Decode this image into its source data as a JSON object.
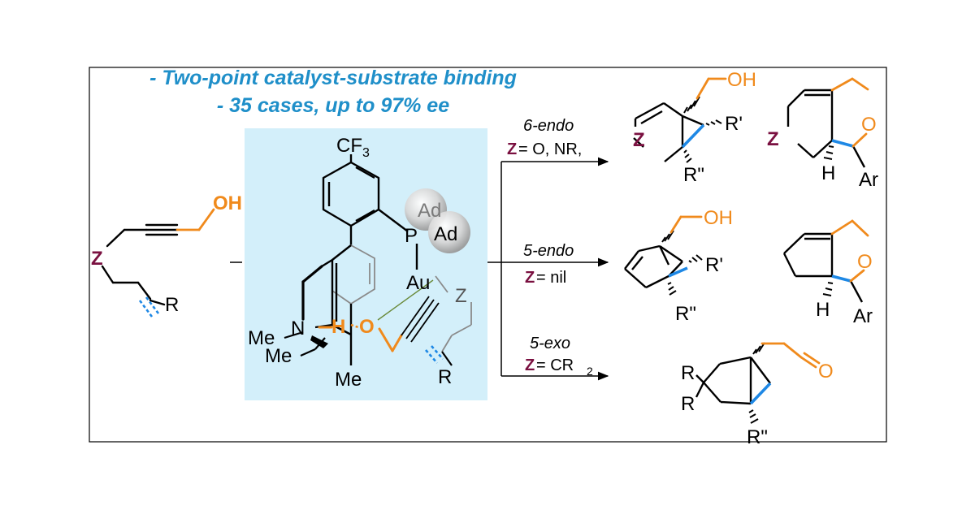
{
  "headline": {
    "line1": "- Two-point catalyst-substrate binding",
    "line2": "- 35 cases, up to 97% ee"
  },
  "substrate": {
    "oh": "OH",
    "z": "Z",
    "r": "R"
  },
  "catalyst": {
    "cf3": "CF",
    "cf3_sub": "3",
    "ad1": "Ad",
    "ad2": "Ad",
    "p": "P",
    "au": "Au",
    "n": "N",
    "me1": "Me",
    "me2": "Me",
    "me3": "Me",
    "h": "H",
    "o": "O",
    "z": "Z",
    "r": "R"
  },
  "conditions": {
    "endo6": {
      "mode": "6-endo",
      "z": "Z",
      "rest": " = O, NR,"
    },
    "endo5": {
      "mode": "5-endo",
      "z": "Z",
      "rest": " = nil"
    },
    "exo5": {
      "mode": "5-exo",
      "z": "Z",
      "rest": " = CR",
      "sub": "2"
    }
  },
  "products": {
    "p1": {
      "oh": "OH",
      "z": "Z",
      "r1": "R'",
      "r2": "R\""
    },
    "p2": {
      "z": "Z",
      "o": "O",
      "h": "H",
      "ar": "Ar"
    },
    "p3": {
      "oh": "OH",
      "r1": "R'",
      "r2": "R\""
    },
    "p4": {
      "o": "O",
      "h": "H",
      "ar": "Ar"
    },
    "p5": {
      "ra": "R",
      "rb": "R",
      "o": "O",
      "r2": "R\""
    }
  },
  "colors": {
    "accent_blue": "#1f8fc9",
    "orange": "#f08a1c",
    "z_color": "#7a1040",
    "catalyst_bg": "#d3effa",
    "bond_blue": "#1e88e5"
  }
}
